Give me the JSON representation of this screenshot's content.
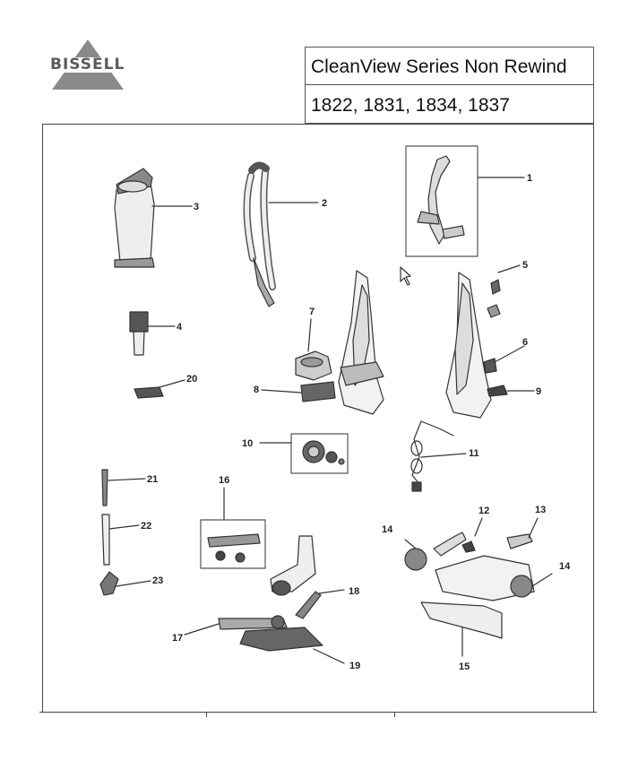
{
  "header": {
    "logo_text": "BISSELL",
    "title": "CleanView Series Non Rewind",
    "models": "1822, 1831, 1834, 1837"
  },
  "callouts": [
    "1",
    "2",
    "3",
    "4",
    "5",
    "6",
    "7",
    "8",
    "9",
    "10",
    "11",
    "12",
    "13",
    "14",
    "14",
    "15",
    "16",
    "17",
    "18",
    "19",
    "20",
    "21",
    "22",
    "23"
  ],
  "icons": {
    "logo": "bissell-triangle-logo",
    "cursor": "mouse-pointer-icon"
  }
}
